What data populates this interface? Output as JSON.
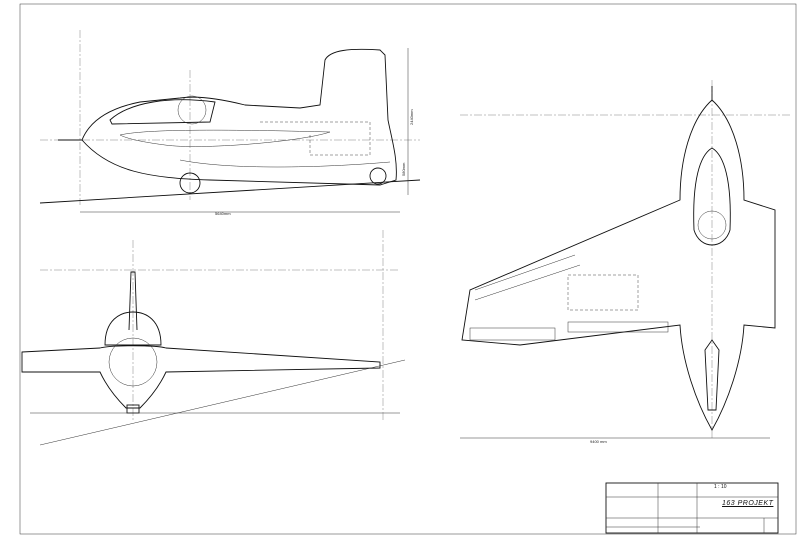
{
  "drawing": {
    "title": "163 PROJEKT",
    "scale": "1 : 10",
    "dimensions": {
      "side_length": "5640mm",
      "side_height": "2440mm",
      "gear_height": "580mm",
      "span": "9400 mm"
    }
  }
}
